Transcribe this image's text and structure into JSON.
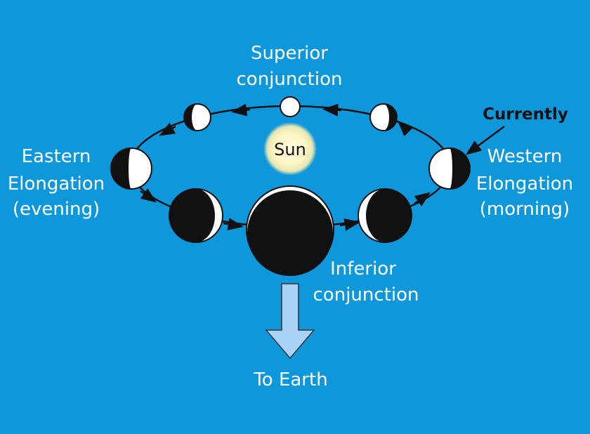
{
  "labels": {
    "superior_line1": "Superior",
    "superior_line2": "conjunction",
    "sun": "Sun",
    "currently": "Currently",
    "eastern_line1": "Eastern",
    "eastern_line2": "Elongation",
    "eastern_line3": "(evening)",
    "western_line1": "Western",
    "western_line2": "Elongation",
    "western_line3": "(morning)",
    "inferior_line1": "Inferior",
    "inferior_line2": "conjunction",
    "to_earth": "To Earth"
  },
  "colors": {
    "background": "#0F97DC",
    "sun": "#FFF6C8",
    "planet_lit": "#FFFFFF",
    "planet_dark": "#000000",
    "earth_arrow": "#A9D3F7"
  }
}
